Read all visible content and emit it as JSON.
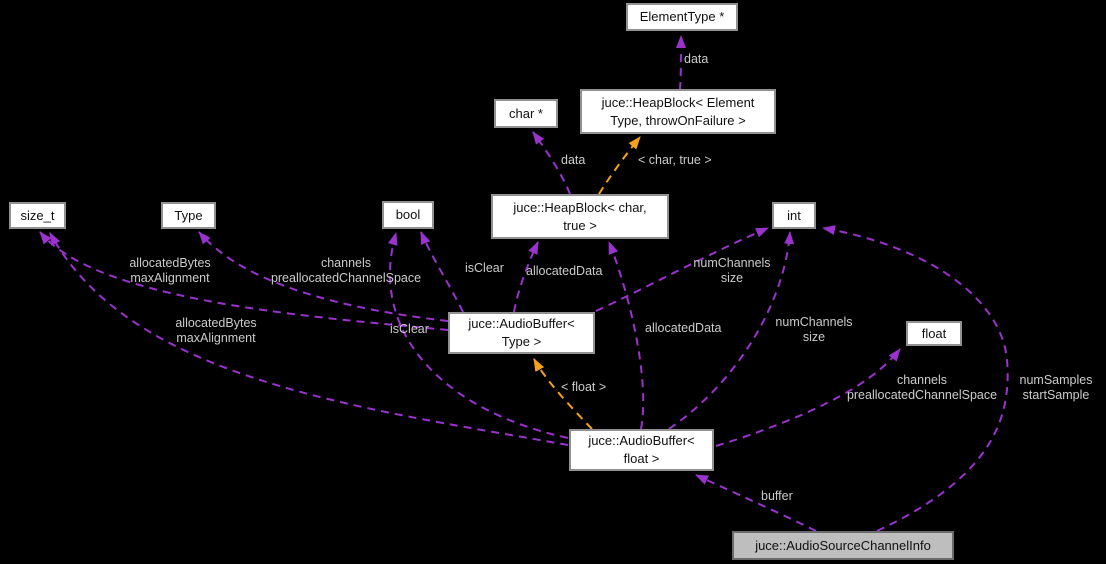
{
  "diagram": {
    "kind": "doxygen-collaboration-graph",
    "focus_class": "juce::AudioSourceChannelInfo",
    "colors": {
      "background": "#000000",
      "node_fill": "#ffffff",
      "node_border": "#919191",
      "highlight_node_fill": "#bebebe",
      "usage_edge": "#9a32cd",
      "template_edge": "#f7a01a",
      "edge_label_text": "#cbcbcb",
      "node_text": "#111111"
    },
    "nodes": [
      {
        "id": "element-type",
        "label": "ElementType *"
      },
      {
        "id": "heapblock-element",
        "label": "juce::HeapBlock< Element\nType, throwOnFailure >"
      },
      {
        "id": "char-ptr",
        "label": "char *"
      },
      {
        "id": "heapblock-char",
        "label": "juce::HeapBlock< char,\ntrue >"
      },
      {
        "id": "size-t",
        "label": "size_t"
      },
      {
        "id": "type",
        "label": "Type"
      },
      {
        "id": "bool",
        "label": "bool"
      },
      {
        "id": "int",
        "label": "int"
      },
      {
        "id": "audiobuffer-type",
        "label": "juce::AudioBuffer<\nType >"
      },
      {
        "id": "float",
        "label": "float"
      },
      {
        "id": "audiobuffer-float",
        "label": "juce::AudioBuffer<\nfloat >"
      },
      {
        "id": "audio-source-channel-info",
        "label": "juce::AudioSourceChannelInfo",
        "highlight": true
      }
    ],
    "edges": [
      {
        "from": "heapblock-element",
        "to": "element-type",
        "label": "data",
        "type": "usage"
      },
      {
        "from": "heapblock-char",
        "to": "char-ptr",
        "label": "data",
        "type": "usage"
      },
      {
        "from": "heapblock-char",
        "to": "heapblock-element",
        "label": "< char, true >",
        "type": "template"
      },
      {
        "from": "audiobuffer-type",
        "to": "heapblock-char",
        "label": "allocatedData",
        "type": "usage"
      },
      {
        "from": "audiobuffer-type",
        "to": "bool",
        "label": "isClear",
        "type": "usage"
      },
      {
        "from": "audiobuffer-type",
        "to": "int",
        "label": "numChannels\nsize",
        "type": "usage"
      },
      {
        "from": "audiobuffer-type",
        "to": "size-t",
        "label": "allocatedBytes\nmaxAlignment",
        "type": "usage"
      },
      {
        "from": "audiobuffer-type",
        "to": "type",
        "label": "channels\npreallocatedChannelSpace",
        "type": "usage"
      },
      {
        "from": "audiobuffer-float",
        "to": "audiobuffer-type",
        "label": "< float >",
        "type": "template"
      },
      {
        "from": "audiobuffer-float",
        "to": "bool",
        "label": "isClear",
        "type": "usage"
      },
      {
        "from": "audiobuffer-float",
        "to": "heapblock-char",
        "label": "allocatedData",
        "type": "usage"
      },
      {
        "from": "audiobuffer-float",
        "to": "int",
        "label": "numChannels\nsize",
        "type": "usage"
      },
      {
        "from": "audiobuffer-float",
        "to": "size-t",
        "label": "allocatedBytes\nmaxAlignment",
        "type": "usage"
      },
      {
        "from": "audiobuffer-float",
        "to": "float",
        "label": "channels\npreallocatedChannelSpace",
        "type": "usage"
      },
      {
        "from": "audio-source-channel-info",
        "to": "audiobuffer-float",
        "label": "buffer",
        "type": "usage"
      },
      {
        "from": "audio-source-channel-info",
        "to": "int",
        "label": "numSamples\nstartSample",
        "type": "usage"
      }
    ]
  }
}
